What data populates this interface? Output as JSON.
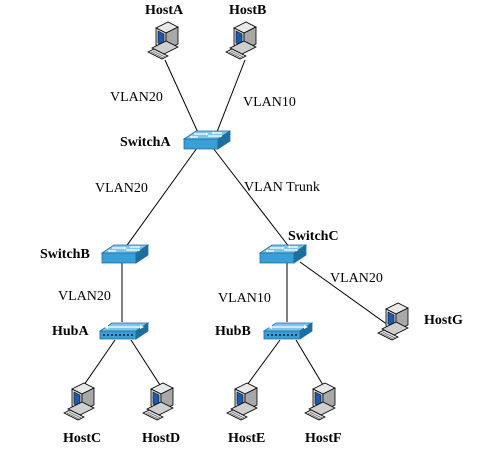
{
  "hosts": {
    "hostA": "HostA",
    "hostB": "HostB",
    "hostC": "HostC",
    "hostD": "HostD",
    "hostE": "HostE",
    "hostF": "HostF",
    "hostG": "HostG"
  },
  "switches": {
    "switchA": "SwitchA",
    "switchB": "SwitchB",
    "switchC": "SwitchC"
  },
  "hubs": {
    "hubA": "HubA",
    "hubB": "HubB"
  },
  "links": {
    "hostA_switchA": "VLAN20",
    "hostB_switchA": "VLAN10",
    "switchA_switchB": "VLAN20",
    "switchA_switchC": "VLAN Trunk",
    "switchB_hubA": "VLAN20",
    "switchC_hubB": "VLAN10",
    "switchC_hostG": "VLAN20"
  },
  "colors": {
    "device_blue": "#3a9fd6",
    "device_dark": "#1d6f9f",
    "computer_gray": "#c8c8c8"
  },
  "icons": {
    "computer": "computer-icon",
    "switch": "switch-icon",
    "hub": "hub-icon"
  }
}
